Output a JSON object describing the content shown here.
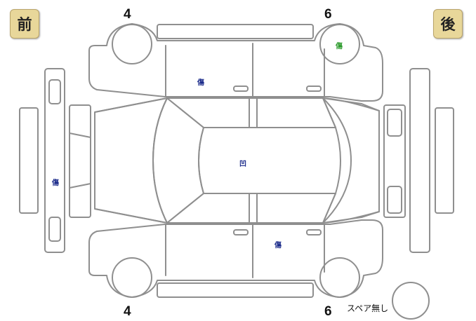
{
  "badges": {
    "front": "前",
    "rear": "後"
  },
  "tire_numbers": {
    "top_left": "4",
    "top_right": "6",
    "bottom_left": "4",
    "bottom_right": "6"
  },
  "damage_marks": {
    "front_bumper": "傷",
    "left_front_door": "傷",
    "roof": "凹",
    "right_rear_door": "傷",
    "left_rear_tire": "傷"
  },
  "spare": "スペア無し",
  "colors": {
    "outline": "#8f8f8f",
    "badge": "#e8d79a",
    "mark": "#1a2a8a",
    "tire_mark": "#2b9a2b"
  }
}
